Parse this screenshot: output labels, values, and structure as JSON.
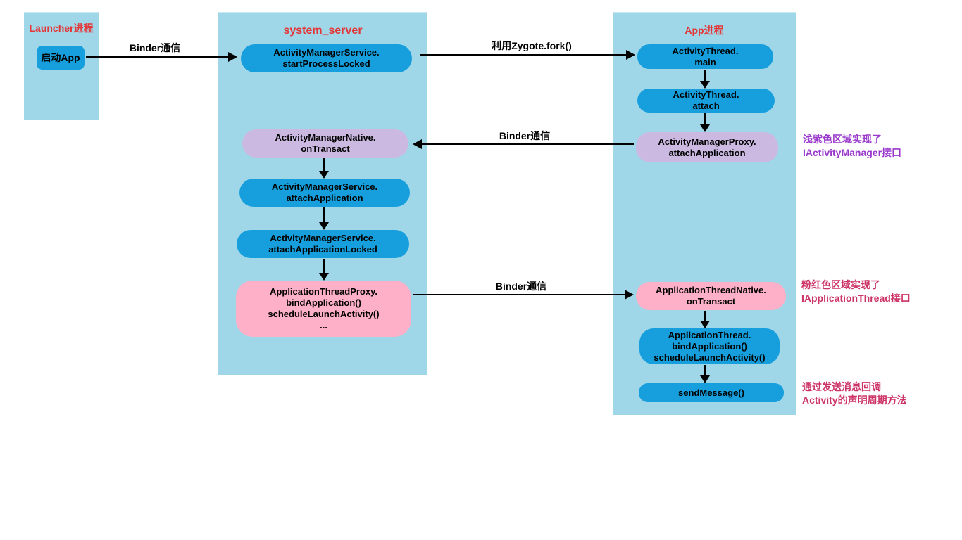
{
  "colors": {
    "panel_bg": "#a0d7e8",
    "node_blue": "#169fdc",
    "node_purple": "#cbb9e2",
    "node_pink": "#ffb0c9",
    "panel_title_red": "#e43537",
    "annotation_purple": "#9a38cc",
    "annotation_pink": "#cc3366",
    "arrow_black": "#000000"
  },
  "panels": {
    "launcher": {
      "title": "Launcher进程"
    },
    "system_server": {
      "title": "system_server"
    },
    "app": {
      "title": "App进程"
    }
  },
  "nodes": {
    "start_app": {
      "label": "启动App"
    },
    "ss_start_process": {
      "lines": [
        "ActivityManagerService.",
        "startProcessLocked"
      ]
    },
    "ss_amn_ontransact": {
      "lines": [
        "ActivityManagerNative.",
        "onTransact"
      ]
    },
    "ss_ams_attach": {
      "lines": [
        "ActivityManagerService.",
        "attachApplication"
      ]
    },
    "ss_ams_attach_locked": {
      "lines": [
        "ActivityManagerService.",
        "attachApplicationLocked"
      ]
    },
    "ss_app_thread_proxy": {
      "lines": [
        "ApplicationThreadProxy.",
        "bindApplication()",
        "scheduleLaunchActivity()",
        "..."
      ]
    },
    "app_at_main": {
      "lines": [
        "ActivityThread.",
        "main"
      ]
    },
    "app_at_attach": {
      "lines": [
        "ActivityThread.",
        "attach"
      ]
    },
    "app_amp_attach": {
      "lines": [
        "ActivityManagerProxy.",
        "attachApplication"
      ]
    },
    "app_atn_ontransact": {
      "lines": [
        "ApplicationThreadNative.",
        "onTransact"
      ]
    },
    "app_at_bind": {
      "lines": [
        "ApplicationThread.",
        "bindApplication()",
        "scheduleLaunchActivity()"
      ]
    },
    "app_send_message": {
      "label": "sendMessage()"
    }
  },
  "edges": {
    "binder1": {
      "label": "Binder通信"
    },
    "zygote_fork": {
      "label": "利用Zygote.fork()"
    },
    "binder2": {
      "label": "Binder通信"
    },
    "binder3": {
      "label": "Binder通信"
    }
  },
  "annotations": {
    "iactivitymanager": {
      "lines": [
        "浅紫色区域实现了",
        "IActivityManager接口"
      ]
    },
    "iapplicationthread": {
      "lines": [
        "粉红色区域实现了",
        "IApplicationThread接口"
      ]
    },
    "lifecycle_callback": {
      "lines": [
        "通过发送消息回调",
        "Activity的声明周期方法"
      ]
    }
  }
}
